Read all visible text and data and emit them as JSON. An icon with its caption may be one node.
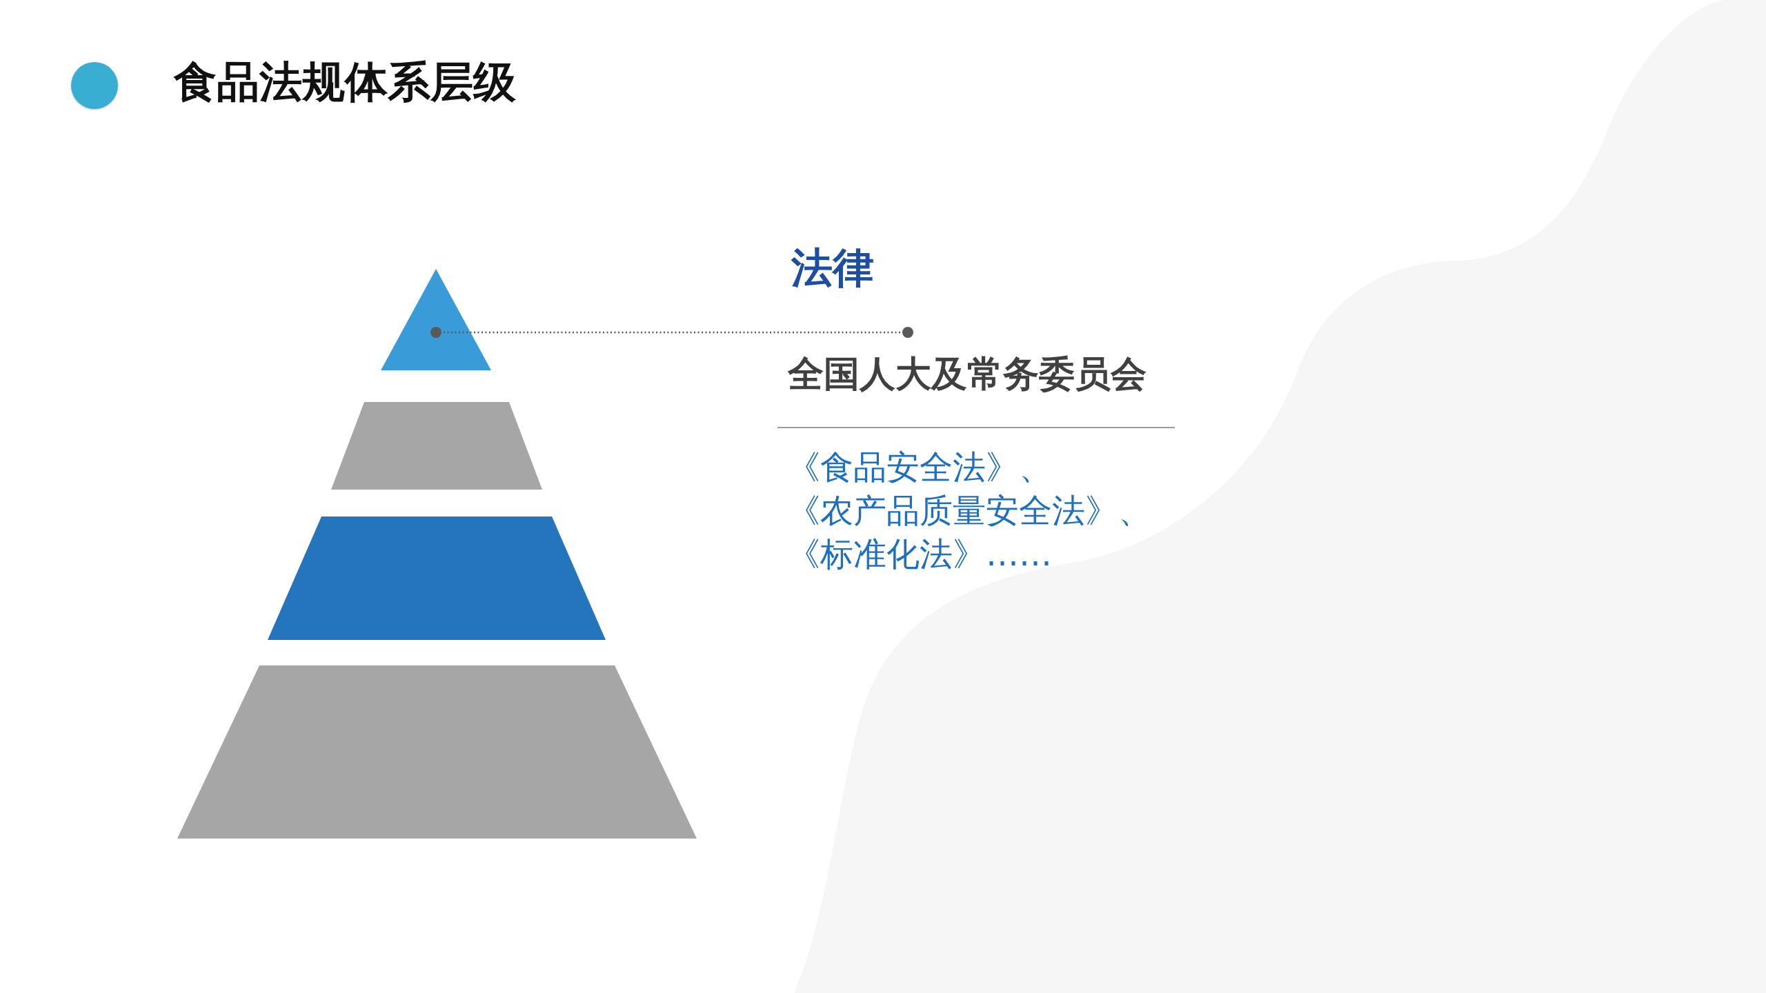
{
  "diagram": {
    "title": "食品法规体系层级",
    "nodes": [
      {
        "text": [],
        "shape": "triangle"
      },
      {
        "text": [],
        "shape": "trapezoid"
      },
      {
        "text": [],
        "shape": "trapezoid"
      },
      {
        "text": [],
        "shape": "trapezoid"
      },
      {
        "text": [
          "法律",
          "全国人大及常务委员会",
          "《食品安全法》、《农产品质量安全法》、《标准化法》……"
        ]
      }
    ],
    "edges": [
      {
        "from": 4,
        "to": 0,
        "arrow": "other",
        "style": "dashed"
      }
    ]
  }
}
